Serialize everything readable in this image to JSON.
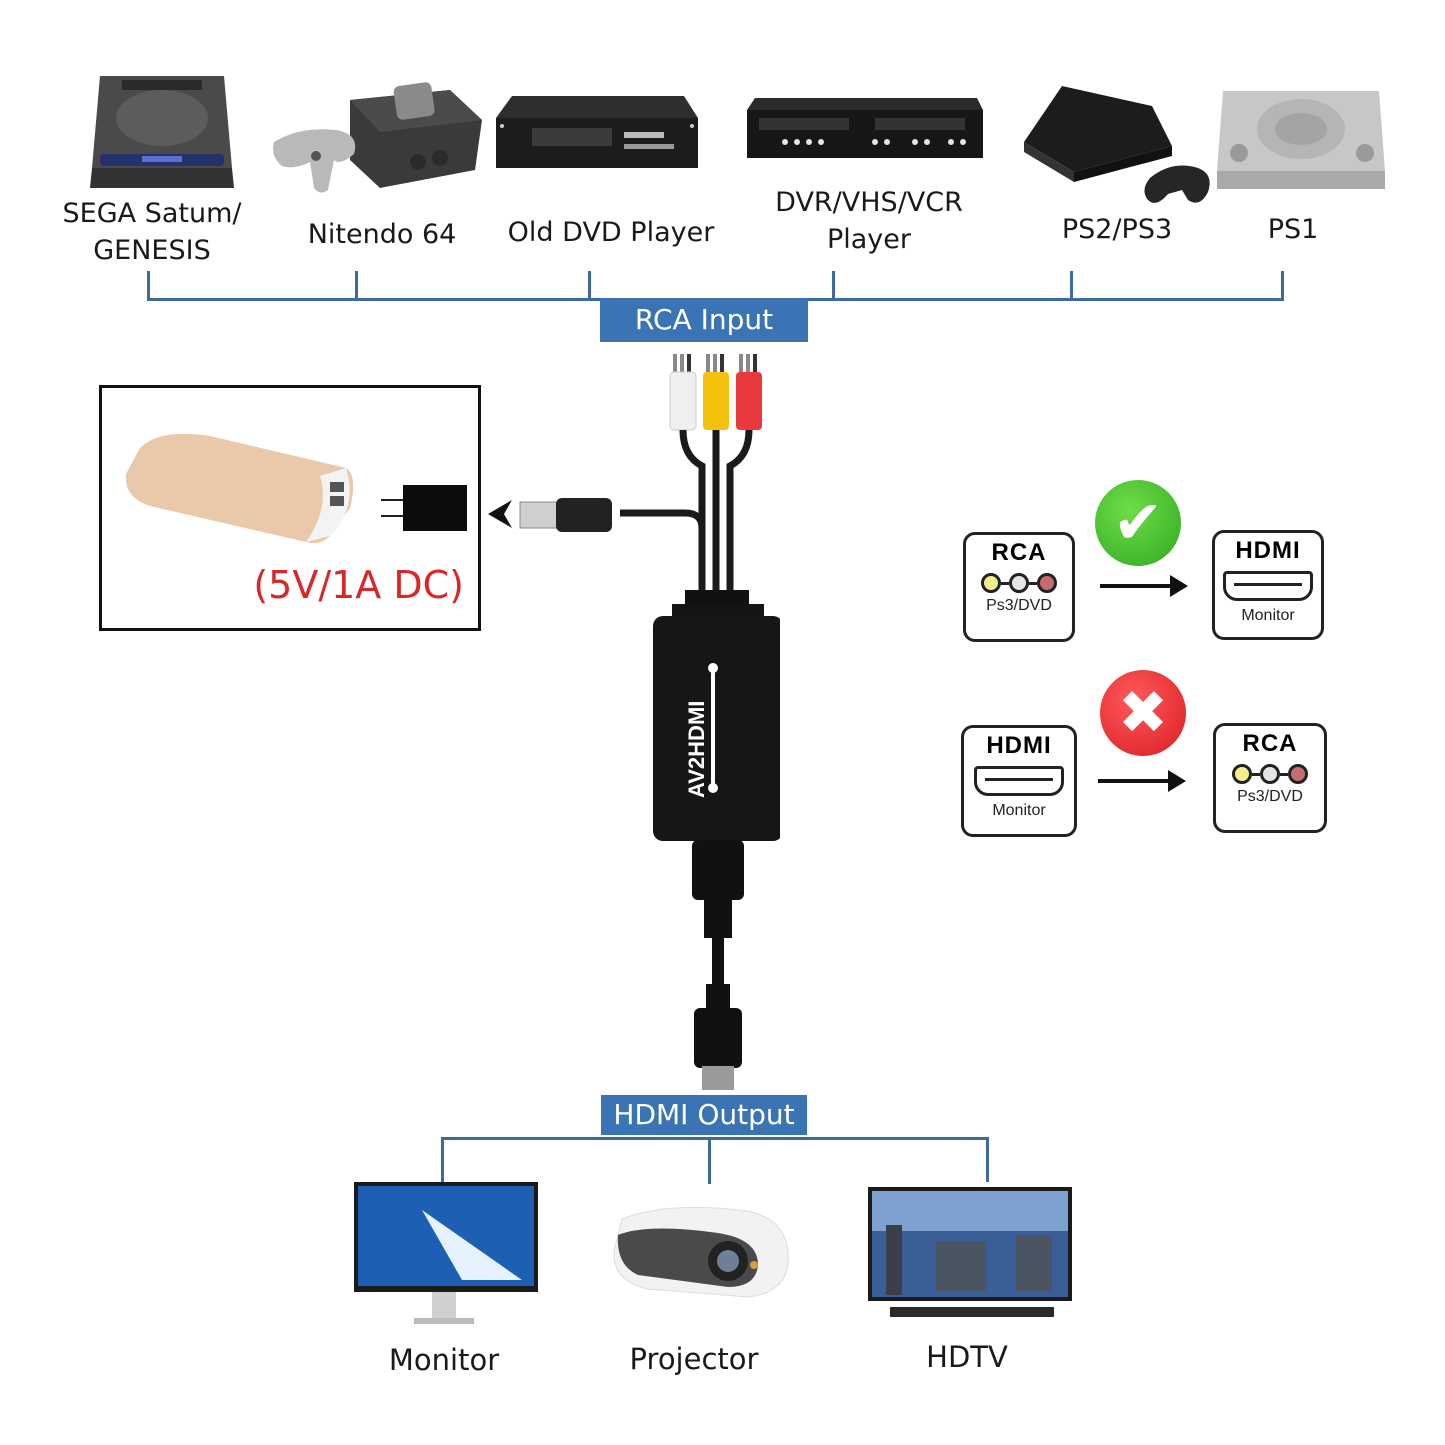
{
  "input_section": {
    "tag": "RCA Input",
    "devices": [
      {
        "name": "SEGA Satum/",
        "name2": "GENESIS",
        "icon": "sega-saturn-console-icon"
      },
      {
        "name": "Nitendo 64",
        "icon": "nintendo-64-console-icon"
      },
      {
        "name": "Old DVD Player",
        "icon": "dvd-player-icon"
      },
      {
        "name": "DVR/VHS/VCR",
        "name2": "Player",
        "icon": "vcr-player-icon"
      },
      {
        "name": "PS2/PS3",
        "icon": "playstation-3-icon"
      },
      {
        "name": "PS1",
        "icon": "playstation-1-icon"
      }
    ]
  },
  "power": {
    "label": "(5V/1A DC)",
    "label_color": "#d9262a"
  },
  "adapter": {
    "brand": "AV2HDMI"
  },
  "compat": {
    "supported": {
      "from_title": "RCA",
      "from_sub": "Ps3/DVD",
      "to_title": "HDMI",
      "to_sub": "Monitor",
      "status": "check"
    },
    "unsupported": {
      "from_title": "HDMI",
      "from_sub": "Monitor",
      "to_title": "RCA",
      "to_sub": "Ps3/DVD",
      "status": "cross"
    }
  },
  "output_section": {
    "tag": "HDMI Output",
    "devices": [
      {
        "name": "Monitor",
        "icon": "monitor-icon"
      },
      {
        "name": "Projector",
        "icon": "projector-icon"
      },
      {
        "name": "HDTV",
        "icon": "hdtv-icon"
      }
    ]
  },
  "colors": {
    "tag_blue": "#3a74b5",
    "line_blue": "#3e6a9c",
    "ok_green": "#3cb52f",
    "no_red": "#e0262b"
  }
}
